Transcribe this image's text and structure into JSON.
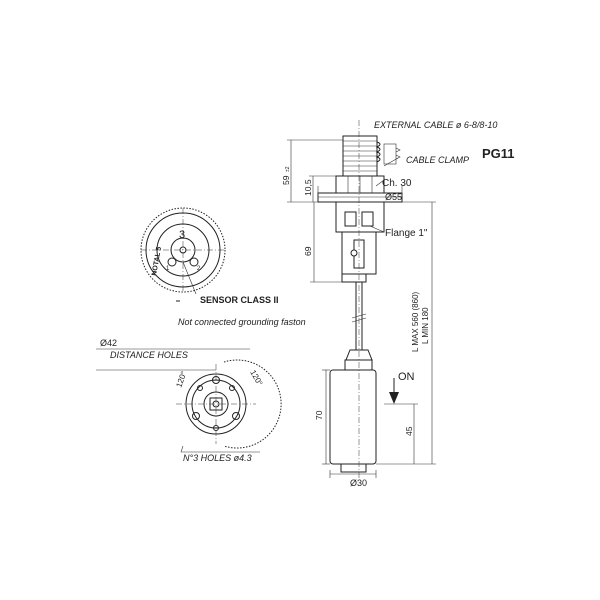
{
  "labels": {
    "external_cable": "EXTERNAL CABLE ø 6-8/8-10",
    "cable_clamp": "CABLE CLAMP",
    "pg11": "PG11",
    "ch30": "Ch. 30",
    "d55": "Ø55",
    "flange": "Flange 1\"",
    "dim_59": "59",
    "dim_59_sub": "±2",
    "dim_10_5": "10,5",
    "dim_69": "69",
    "lmax": "L MAX 560 (860)",
    "lmin": "L MIN 180",
    "on": "ON",
    "dim_70": "70",
    "dim_45": "45",
    "d30": "Ø30",
    "d42": "Ø42",
    "distance_holes": "DISTANCE HOLES",
    "angle_a": "120°",
    "angle_b": "120°",
    "holes": "N°3 HOLES ø4.3",
    "sensor_class": "SENSOR CLASS II",
    "grounding": "Not connected grounding faston",
    "terminal_3": "3",
    "terminal_1": "1",
    "terminal_2": "2",
    "note_marking": "NOTAL 5"
  }
}
